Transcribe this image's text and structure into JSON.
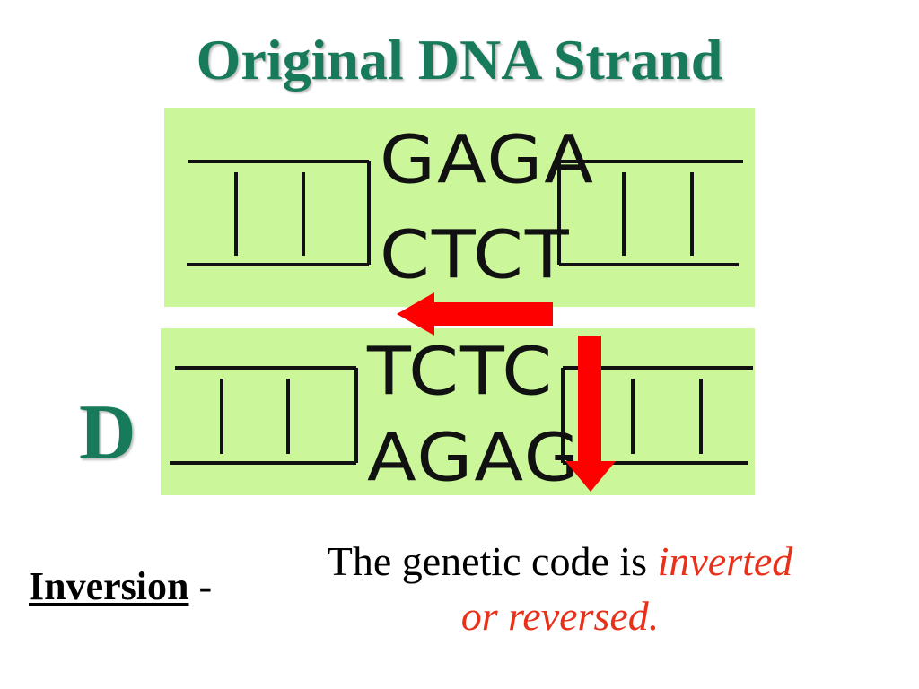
{
  "slide": {
    "title": "Original DNA Strand",
    "label": "D",
    "term": "Inversion",
    "term_separator": "-",
    "definition_prefix": "The genetic code is ",
    "definition_highlight_1": "inverted",
    "definition_highlight_2": "or reversed."
  },
  "original_strand": {
    "top_bases": "GAGA",
    "bottom_bases": "CTCT"
  },
  "inverted_strand": {
    "top_bases": "TCTC",
    "bottom_bases": "AGAG"
  },
  "colors": {
    "title": "#177a5b",
    "panel": "#ccf69a",
    "arrow": "#ff0000",
    "highlight": "#e8311a"
  },
  "icons": [
    "arrow-left-icon",
    "arrow-down-icon"
  ]
}
